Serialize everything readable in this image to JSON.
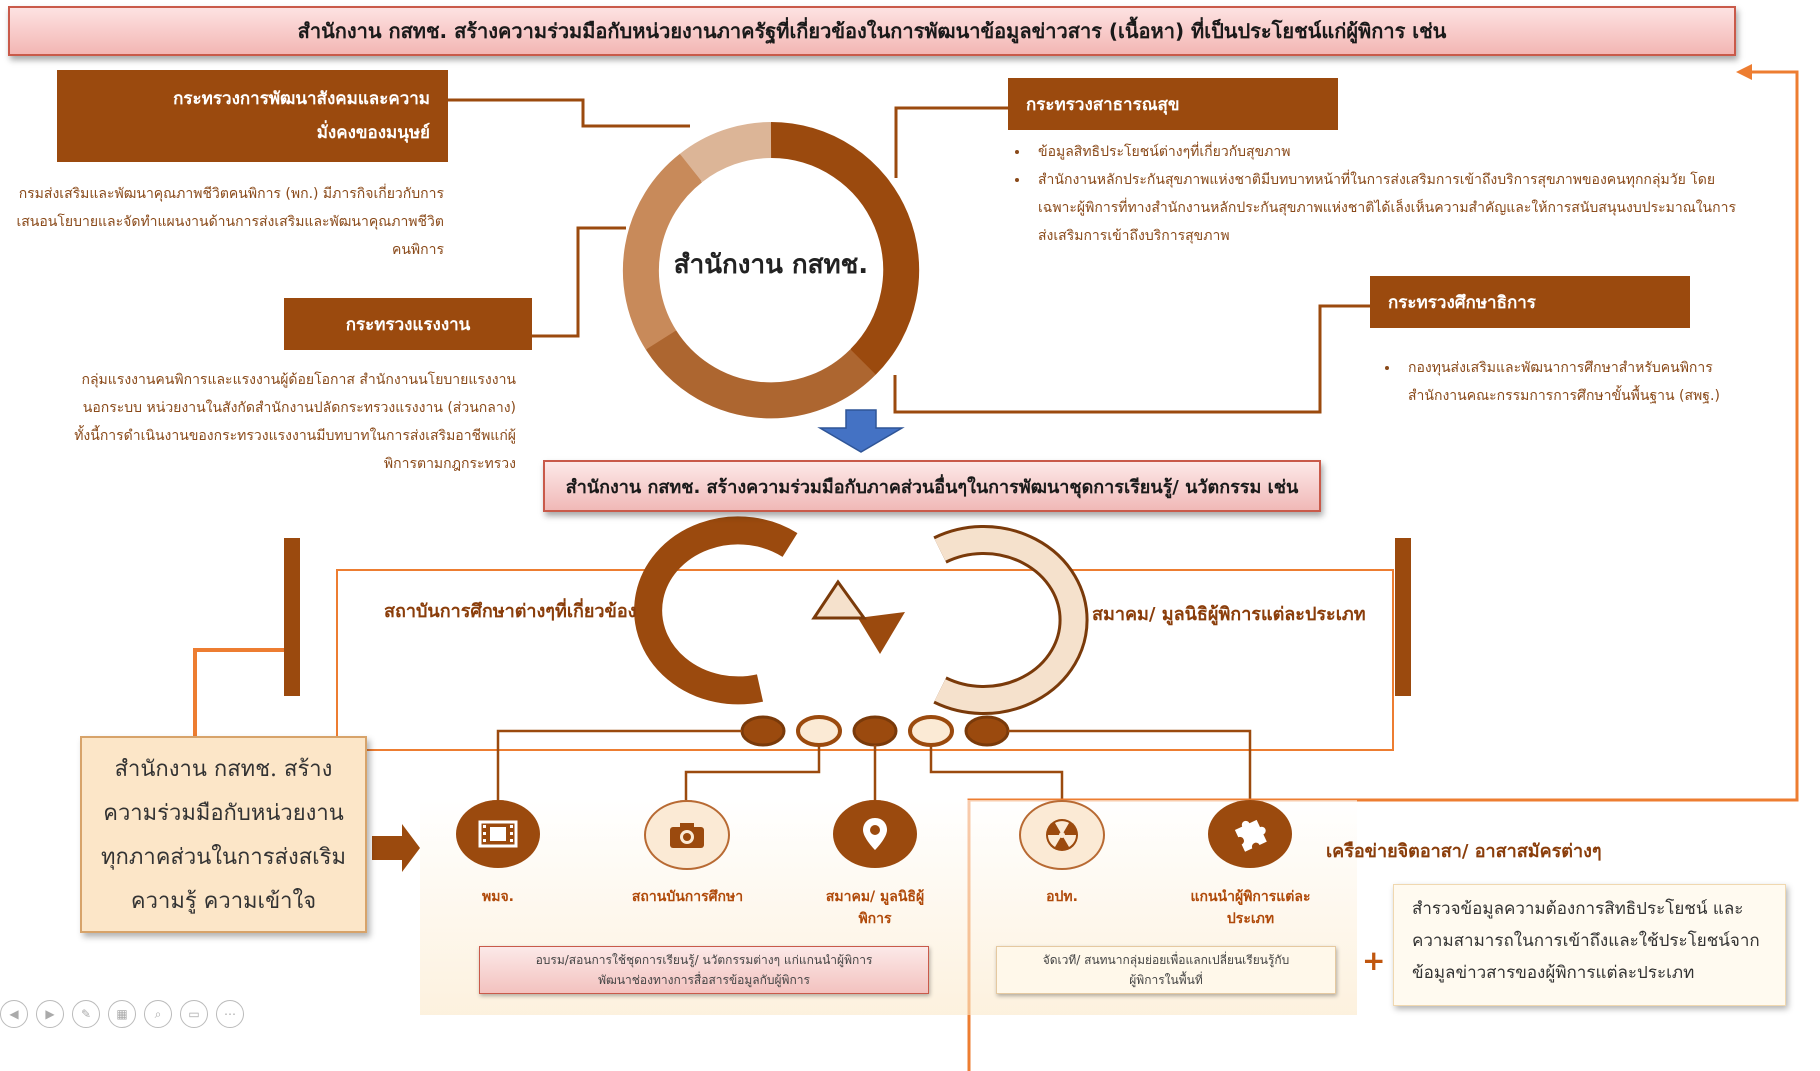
{
  "top_banner": "สำนักงาน กสทช. สร้างความร่วมมือกับหน่วยงานภาครัฐที่เกี่ยวข้องในการพัฒนาข้อมูลข่าวสาร (เนื้อหา) ที่เป็นประโยชน์แก่ผู้พิการ เช่น",
  "ministries": {
    "social_dev": {
      "title_line1": "กระทรวงการพัฒนาสังคมและความ",
      "title_line2": "มั่งคงของมนุษย์",
      "desc_lines": [
        "กรมส่งเสริมและพัฒนาคุณภาพชีวิตคนพิการ (พก.) มีภารกิจเกี่ยวกับการ",
        "เสนอนโยบายและจัดทำแผนงานด้านการส่งเสริมและพัฒนาคุณภาพชีวิต",
        "คนพิการ"
      ]
    },
    "labour": {
      "title": "กระทรวงแรงงาน",
      "desc_lines": [
        "กลุ่มแรงงานคนพิการและแรงงานผู้ด้อยโอกาส สำนักงานนโยบายแรงงาน",
        "นอกระบบ หน่วยงานในสังกัดสำนักงานปลัดกระทรวงแรงงาน (ส่วนกลาง)",
        "ทั้งนี้การดำเนินงานของกระทรวงแรงงานมีบทบาทในการส่งเสริมอาชีพแก่ผู้",
        "พิการตามกฎกระทรวง"
      ]
    },
    "health": {
      "title": "กระทรวงสาธารณสุข",
      "bullets": [
        "ข้อมูลสิทธิประโยชน์ต่างๆที่เกี่ยวกับสุขภาพ",
        "สำนักงานหลักประกันสุขภาพแห่งชาติมีบทบาทหน้าที่ในการส่งเสริมการเข้าถึงบริการสุขภาพของคนทุกกลุ่มวัย โดยเฉพาะผู้พิการที่ทางสำนักงานหลักประกันสุขภาพแห่งชาติได้เล็งเห็นความสำคัญและให้การสนับสนุนงบประมาณในการส่งเสริมการเข้าถึงบริการสุขภาพ"
      ]
    },
    "education": {
      "title": "กระทรวงศึกษาธิการ",
      "bullets": [
        "กองทุนส่งเสริมและพัฒนาการศึกษาสำหรับคนพิการ สำนักงานคณะกรรมการการศึกษาขั้นพื้นฐาน (สพฐ.)"
      ]
    }
  },
  "center_label": "สำนักงาน กสทช.",
  "mid_banner": "สำนักงาน กสทช. สร้างความร่วมมือกับภาคส่วนอื่นๆในการพัฒนาชุดการเรียนรู้/ นวัตกรรม เช่น",
  "left_org": "สถาบันการศึกษาต่างๆที่เกี่ยวข้อง",
  "right_org": "สมาคม/ มูลนิธิผู้พิการแต่ละประเภท",
  "left_note_lines": [
    "สำนักงาน กสทช. สร้าง",
    "ความร่วมมือกับหน่วยงาน",
    "ทุกภาคส่วนในการส่งสเริม",
    "ความรู้ ความเข้าใจ"
  ],
  "icons": [
    {
      "name": "film-icon",
      "label_lines": [
        "พมจ."
      ]
    },
    {
      "name": "camera-icon",
      "label_lines": [
        "สถานบันการศึกษา"
      ]
    },
    {
      "name": "location-pin-icon",
      "label_lines": [
        "สมาคม/ มูลนิธิผู้",
        "พิการ"
      ]
    },
    {
      "name": "radiation-icon",
      "label_lines": [
        "อปท."
      ]
    },
    {
      "name": "puzzle-icon",
      "label_lines": [
        "แกนนำผู้พิการแต่ละ",
        "ประเภท"
      ]
    }
  ],
  "network_label": "เครือข่ายจิตอาสา/ อาสาสมัครต่างๆ",
  "training_box_lines": [
    "อบรม/สอนการใช้ชุดการเรียนรู้/ นวัตกรรมต่างๆ แก่แกนนำผู้พิการ",
    "พัฒนาช่องทางการสื่อสารข้อมูลกับผู้พิการ"
  ],
  "forum_box_lines": [
    "จัดเวที/ สนทนากลุ่มย่อยเพื่อแลกเปลี่ยนเรียนรู้กับ",
    "ผู้พิการในพื้นที่"
  ],
  "plus": "+",
  "survey_lines": [
    "สำรวจข้อมูลความต้องการสิทธิประโยชน์ และ",
    "ความสามารถในการเข้าถึงและใช้ประโยชน์จาก",
    "ข้อมูลข่าวสารของผู้พิการแต่ละประเภท"
  ],
  "colors": {
    "brown": "#9b4a0e",
    "orange": "#ed7d31",
    "pink": "#f3b6b4",
    "tan": "#fce6c8"
  }
}
